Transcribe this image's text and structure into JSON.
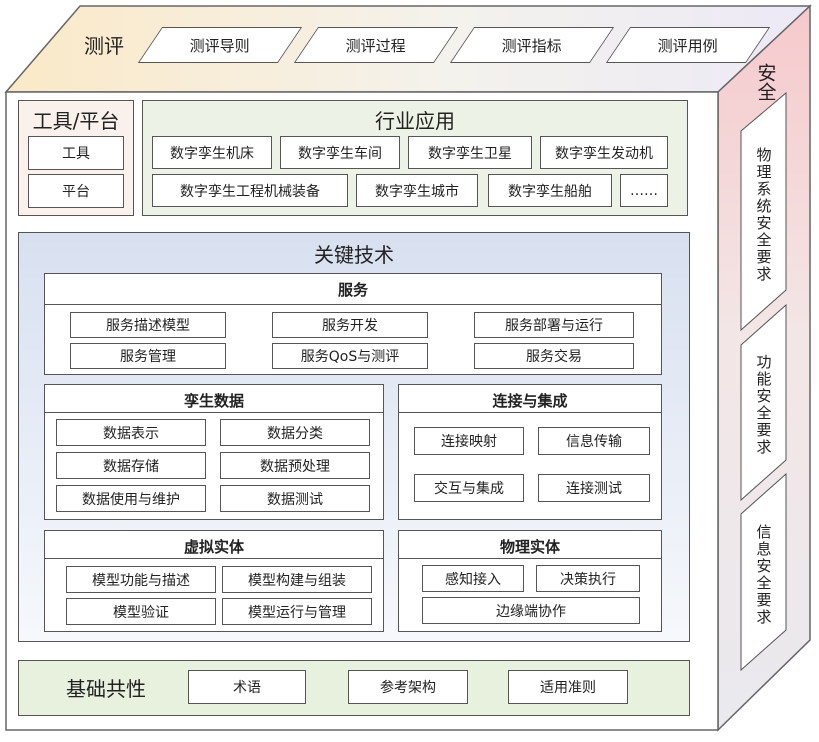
{
  "evaluation": {
    "label": "测评",
    "items": [
      "测评导则",
      "测评过程",
      "测评指标",
      "测评用例"
    ]
  },
  "security": {
    "label": "安全",
    "items": [
      "物理系统安全要求",
      "功能安全要求",
      "信息安全要求"
    ]
  },
  "tools": {
    "title": "工具/平台",
    "items": [
      "工具",
      "平台"
    ]
  },
  "industry": {
    "title": "行业应用",
    "row1": [
      "数字孪生机床",
      "数字孪生车间",
      "数字孪生卫星",
      "数字孪生发动机"
    ],
    "row2": [
      "数字孪生工程机械装备",
      "数字孪生城市",
      "数字孪生船舶",
      "……"
    ]
  },
  "key_tech": {
    "title": "关键技术",
    "service": {
      "title": "服务",
      "items": [
        "服务描述模型",
        "服务开发",
        "服务部署与运行",
        "服务管理",
        "服务QoS与测评",
        "服务交易"
      ]
    },
    "twin_data": {
      "title": "孪生数据",
      "items": [
        "数据表示",
        "数据分类",
        "数据存储",
        "数据预处理",
        "数据使用与维护",
        "数据测试"
      ]
    },
    "connection": {
      "title": "连接与集成",
      "items": [
        "连接映射",
        "信息传输",
        "交互与集成",
        "连接测试"
      ]
    },
    "virtual": {
      "title": "虚拟实体",
      "items": [
        "模型功能与描述",
        "模型构建与组装",
        "模型验证",
        "模型运行与管理"
      ]
    },
    "physical": {
      "title": "物理实体",
      "items": [
        "感知接入",
        "决策执行",
        "边缘端协作"
      ]
    }
  },
  "foundation": {
    "title": "基础共性",
    "items": [
      "术语",
      "参考架构",
      "适用准则"
    ]
  }
}
